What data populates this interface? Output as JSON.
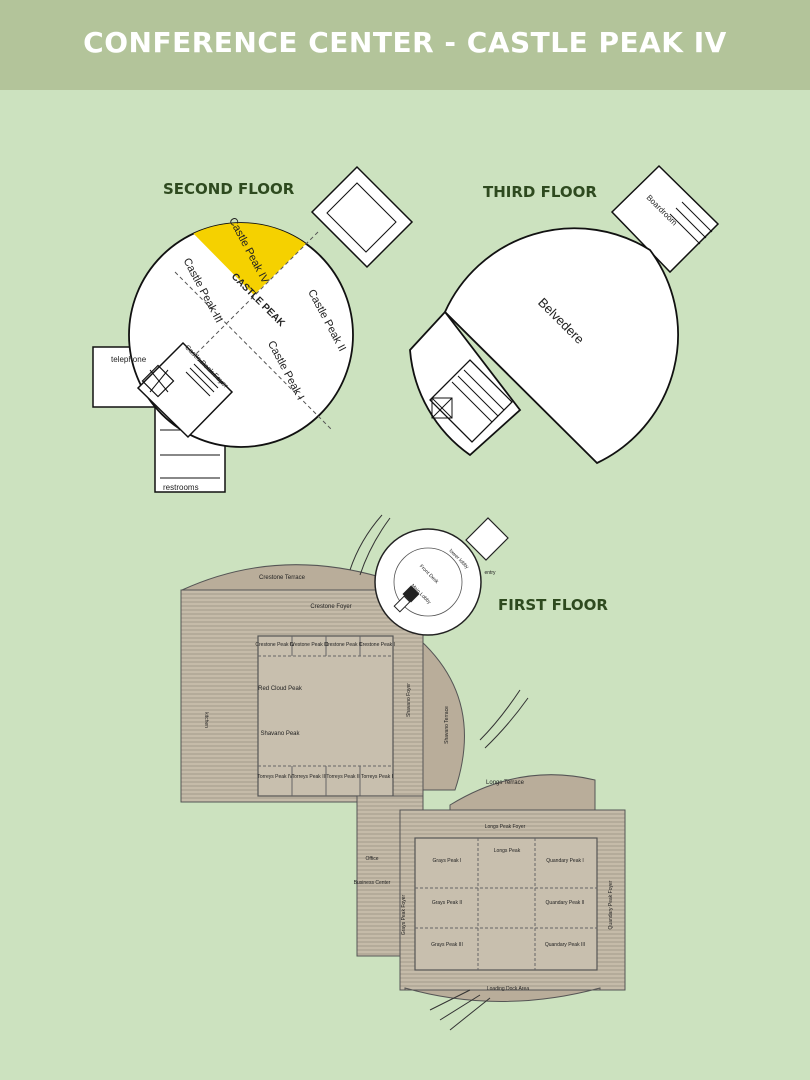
{
  "header": {
    "title": "CONFERENCE CENTER - CASTLE PEAK IV"
  },
  "floors": {
    "second": "SECOND FLOOR",
    "third": "THIRD FLOOR",
    "first": "FIRST FLOOR"
  },
  "colors": {
    "highlight": "#f5d100",
    "background": "#cce2bf",
    "header": "#b3c49a",
    "floor_fill": "#c5bba9"
  },
  "second_floor": {
    "castle_peak_iv": "Castle Peak IV",
    "castle_peak_iii": "Castle Peak III",
    "castle_peak_ii": "Castle Peak II",
    "castle_peak_i": "Castle Peak I",
    "castle_peak": "CASTLE PEAK",
    "foyer": "Castle Peak Foyer",
    "telephone": "telephone",
    "restrooms": "restrooms",
    "highlighted_room": "Castle Peak IV"
  },
  "third_floor": {
    "belvedere": "Belvedere",
    "boardroom": "Boardroom"
  },
  "first_floor": {
    "crestone_terrace": "Crestone Terrace",
    "crestone_foyer": "Crestone Foyer",
    "crestone_rooms": [
      "Crestone Peak IV",
      "Crestone Peak III",
      "Crestone Peak II",
      "Crestone Peak I"
    ],
    "red_cloud": "Red Cloud Peak",
    "shavano": "Shavano Peak",
    "torreys_rooms": [
      "Torreys Peak IV",
      "Torreys Peak III",
      "Torreys Peak II",
      "Torreys Peak I"
    ],
    "kitchen": "kitchen",
    "shavano_foyer": "Shavano Foyer",
    "shavano_terrace": "Shavano Terrace",
    "longs_terrace": "Longs Terrace",
    "longs_peak_foyer": "Longs Peak Foyer",
    "longs_peak": "Longs Peak",
    "grays_rooms": [
      "Grays Peak I",
      "Grays Peak II",
      "Grays Peak III"
    ],
    "quandary_rooms": [
      "Quandary Peak I",
      "Quandary Peak II",
      "Quandary Peak III"
    ],
    "quandary_foyer": "Quandary Peak Foyer",
    "grays_foyer": "Grays Peak Foyer",
    "office": "Office",
    "business_center": "Business Center",
    "loading_dock": "Loading Dock Area",
    "lower_lobby": "lower lobby",
    "front_desk": "Front Desk",
    "main_lobby": "Main Lobby",
    "entry": "entry"
  }
}
